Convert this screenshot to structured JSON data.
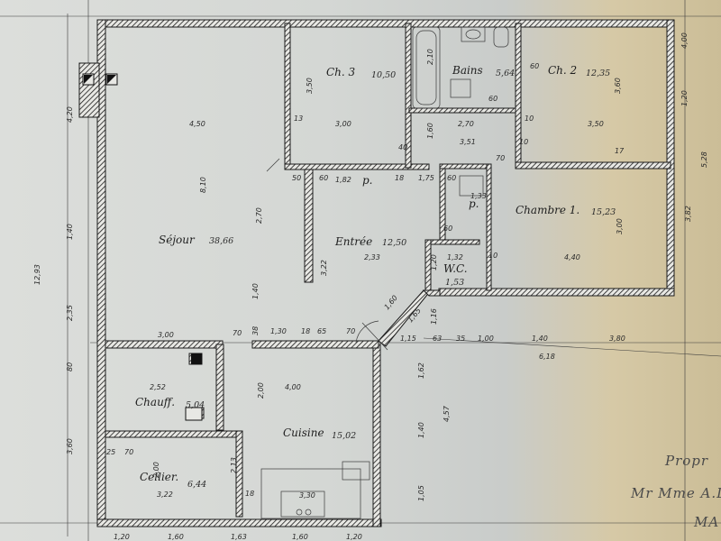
{
  "rooms": {
    "sejour": {
      "name": "Séjour",
      "area": "38,66"
    },
    "entree": {
      "name": "Entrée",
      "area": "12,50"
    },
    "ch3": {
      "name": "Ch. 3",
      "area": "10,50"
    },
    "bains": {
      "name": "Bains",
      "area": "5,64"
    },
    "ch2": {
      "name": "Ch. 2",
      "area": "12,35"
    },
    "chambre1": {
      "name": "Chambre 1.",
      "area": "15,23"
    },
    "wc": {
      "name": "W.C.",
      "area": "1,53"
    },
    "placard1": {
      "name": "p."
    },
    "placard2": {
      "name": "p."
    },
    "chauff": {
      "name": "Chauff.",
      "area": "5,04"
    },
    "cuisine": {
      "name": "Cuisine",
      "area": "15,02"
    },
    "cellier": {
      "name": "Cellier.",
      "area": "6,44"
    }
  },
  "dimensions": {
    "sejour_width": "4,50",
    "sejour_depth": "8,10",
    "sejour_lower": "3,00",
    "ch3_width": "3,00",
    "ch3_depth": "3,50",
    "bains_width": "2,70",
    "bains_depth": "2,10",
    "bains_sub": "3,51",
    "ch2_width": "3,50",
    "ch2_depth": "3,60",
    "chambre1_depth": "3,00",
    "chambre1_width": "4,40",
    "entree_w": "2,33",
    "entree_h": "2,70",
    "entree_left": "3,22",
    "wc_width": "1,32",
    "placard_w": "1,82",
    "placard_h": "1,33",
    "cuisine_width": "4,00",
    "cuisine_depth": "2,00",
    "cuisine_sink": "3,30",
    "chauff_width": "2,52",
    "cellier_width": "3,22",
    "cellier_depth": "2,00",
    "cellier_side": "2,13",
    "left_total": "12,93",
    "left_top": "4,20",
    "left_mid": "1,40",
    "left_low": "2,35",
    "left_bottom": "3,60",
    "left_tiny": "80",
    "right_top": "1,20",
    "right_mid": "3,82",
    "right_far": "5,28",
    "right_outer": "4,00",
    "diag_a": "1,60",
    "diag_b": "1,65",
    "low_right_1": "1,15",
    "low_right_2": "63",
    "low_right_3": "35",
    "low_right_4": "1,00",
    "low_right_5": "1,40",
    "low_right_6": "3,80",
    "low_right_total": "6,18",
    "cuisine_v1": "1,62",
    "cuisine_v2": "1,40",
    "cuisine_v3": "4,57",
    "cuisine_v4": "1,05",
    "bottom_1": "1,20",
    "bottom_2": "1,60",
    "bottom_3": "1,63",
    "bottom_4": "1,60",
    "bottom_5": "1,20",
    "top_right": "1,20",
    "n_40": "40",
    "n_50": "50",
    "n_60": "60",
    "n_70": "70",
    "n_18": "18",
    "n_13": "13",
    "n_10": "10",
    "n_17": "17",
    "n_65": "65",
    "n_25": "25",
    "n_38": "38",
    "n_130": "1,30",
    "n_175": "1,75",
    "n_120": "1,20",
    "n_116": "1,16",
    "n_140": "1,40",
    "n_160": "1,60"
  },
  "owner_block": {
    "line1": "Propr",
    "line2": "Mr Mme A.L",
    "line3": "MA"
  }
}
